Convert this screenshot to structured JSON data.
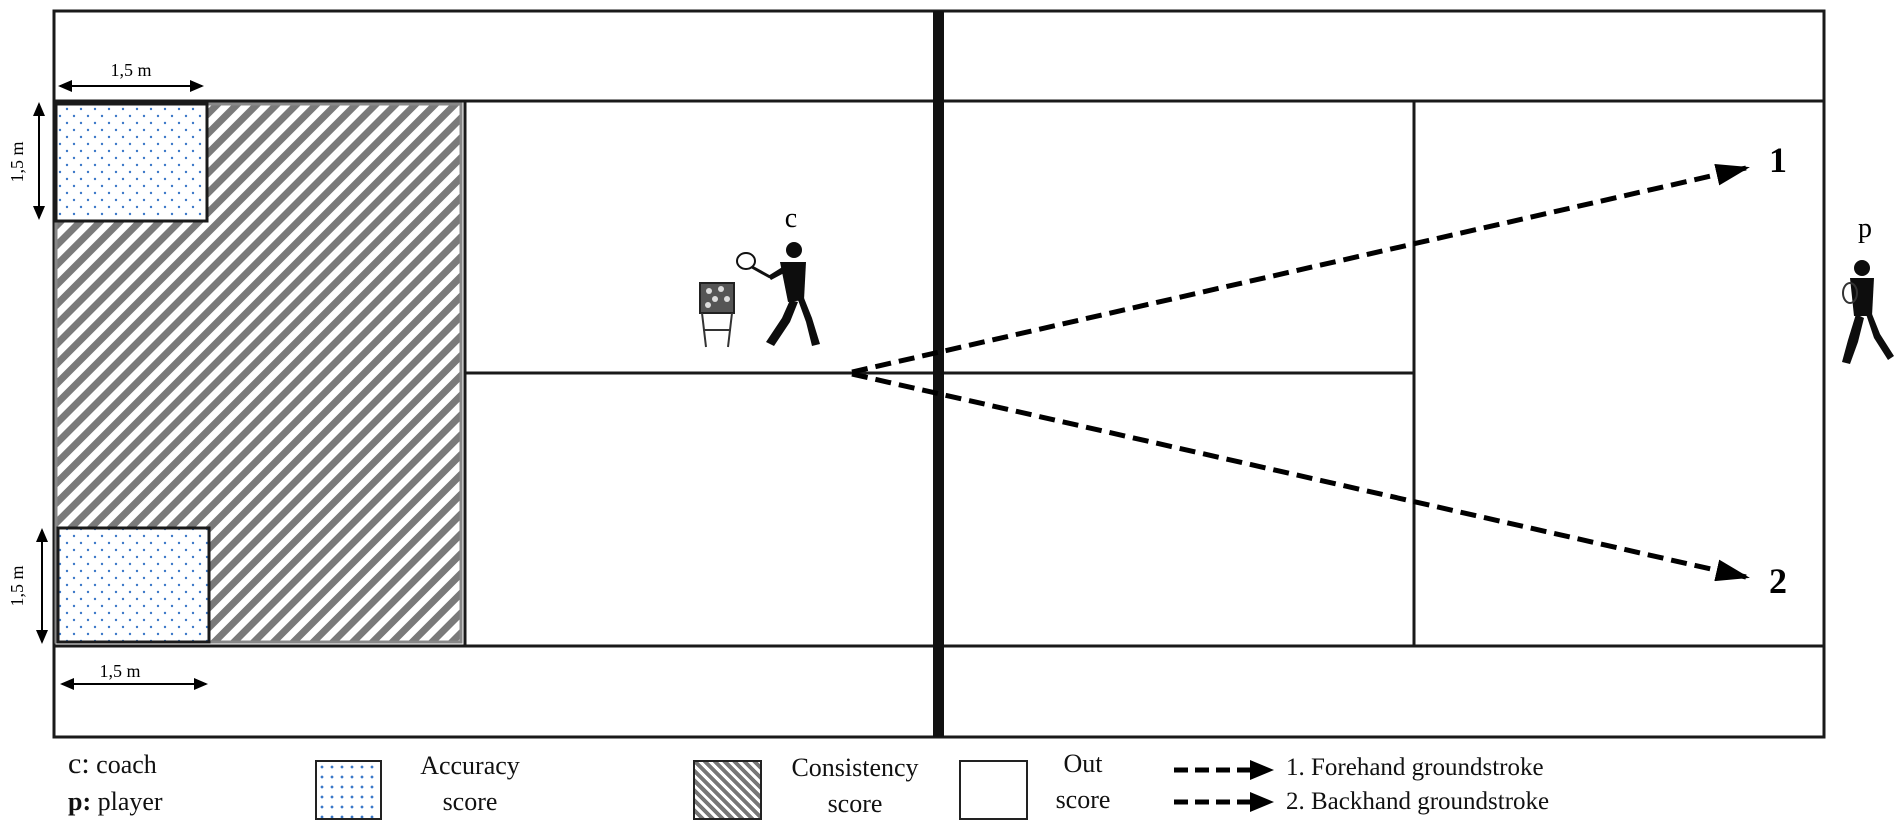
{
  "diagram": {
    "labels": {
      "coach": "c",
      "player": "p",
      "dimension": "1,5 m",
      "stroke_1": "1",
      "stroke_2": "2"
    },
    "hatch_color": "#7a7a7a",
    "dot_color": "#3b78c8"
  },
  "legend": {
    "coach_key": "c:",
    "coach_text": "coach",
    "player_key": "p:",
    "player_text": "player",
    "accuracy_line1": "Accuracy",
    "accuracy_line2": "score",
    "consistency_line1": "Consistency",
    "consistency_line2": "score",
    "out_line1": "Out",
    "out_line2": "score",
    "forehand": "1. Forehand groundstroke",
    "backhand": "2. Backhand groundstroke"
  }
}
